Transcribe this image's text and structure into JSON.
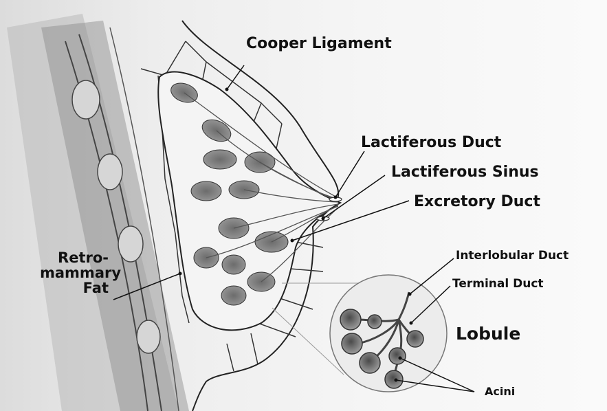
{
  "diagram": {
    "labels": {
      "cooper_ligament": "Cooper Ligament",
      "lactiferous_duct": "Lactiferous Duct",
      "lactiferous_sinus": "Lactiferous Sinus",
      "excretory_duct": "Excretory Duct",
      "retromammary_fat": [
        "Retro-",
        "mammary",
        "Fat"
      ],
      "interlobular_duct": "Interlobular Duct",
      "terminal_duct": "Terminal Duct",
      "lobule": "Lobule",
      "acini": "Acini"
    }
  }
}
